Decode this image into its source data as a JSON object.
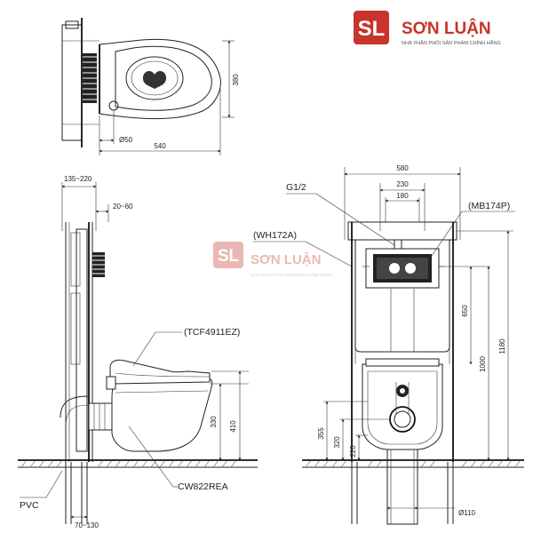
{
  "brand": {
    "name": "SƠN LUẬN",
    "tagline": "NHÀ PHÂN PHỐI SẢN PHẨM CHÍNH HÃNG",
    "mark": "SL",
    "color": "#c8342b"
  },
  "top_view": {
    "dims": {
      "height": "380",
      "pipe": "Ø50",
      "length": "540"
    }
  },
  "side_view": {
    "dims": {
      "top_range": "135~220",
      "offset": "20~60",
      "h1": "330",
      "h2": "410",
      "bottom_range": "70~130"
    },
    "labels": {
      "seat": "(TCF4911EZ)",
      "bowl": "CW822REA",
      "pipe": "PVC"
    }
  },
  "front_view": {
    "dims": {
      "width": "580",
      "inner": "230",
      "plate": "180",
      "h650": "650",
      "h1000": "1000",
      "h1180": "1180",
      "h355": "355",
      "h320": "320",
      "h220": "220",
      "drain": "Ø110"
    },
    "labels": {
      "g12": "G1/2",
      "frame": "(WH172A)",
      "plate": "(MB174P)"
    }
  }
}
